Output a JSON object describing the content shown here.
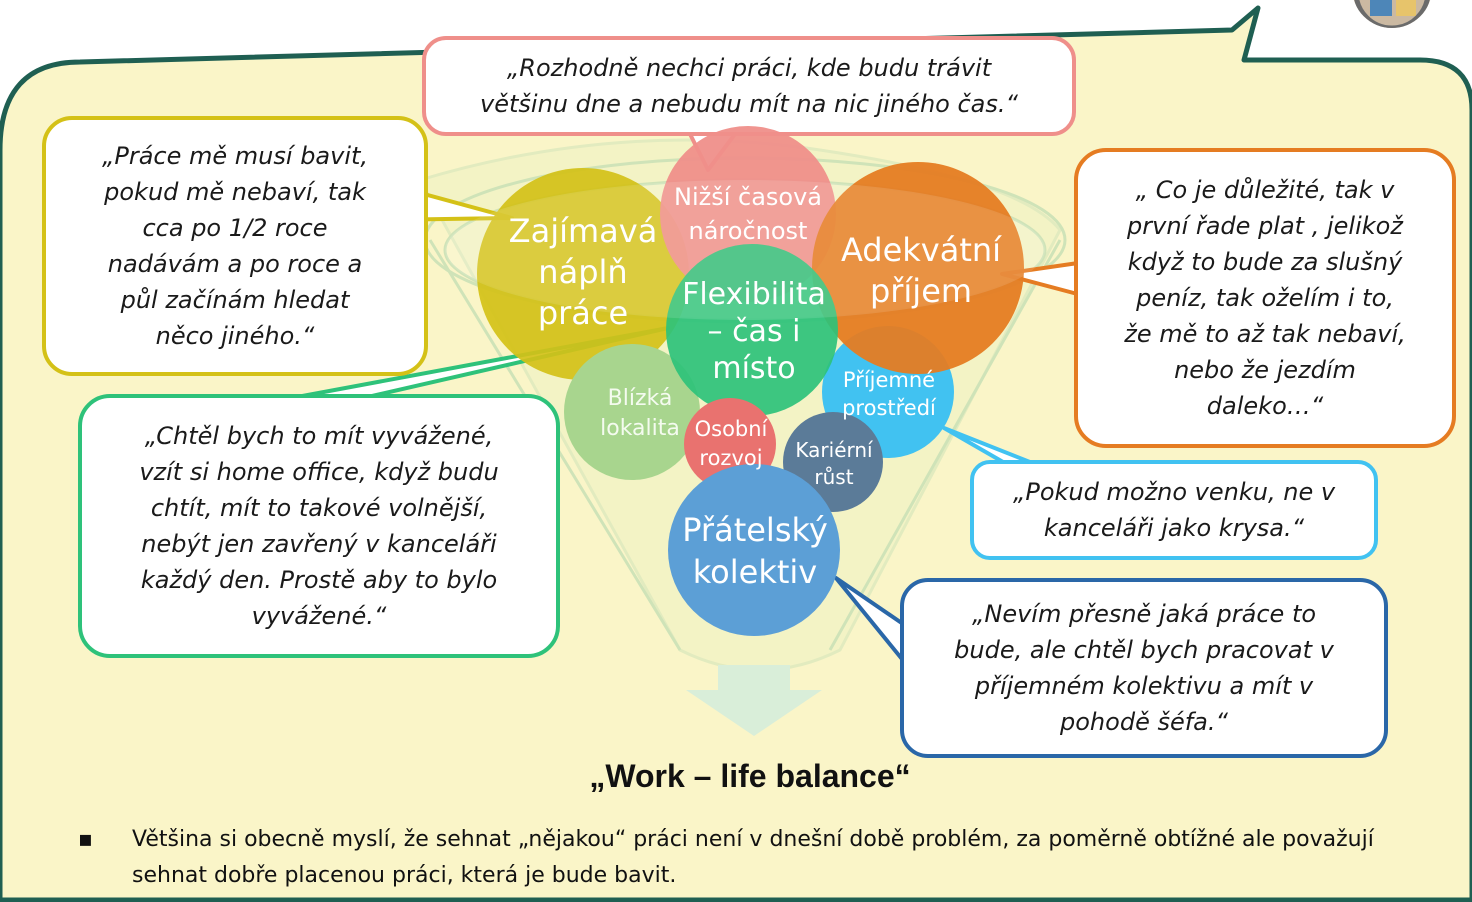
{
  "quotes": {
    "top": "„Rozhodně nechci práci, kde budu trávit\nvětšinu dne a nebudu mít na nic jiného čas.“",
    "left_top": "„Práce mě musí bavit,\npokud mě nebaví, tak\ncca po 1/2 roce\nnadávám a po roce a\npůl začínám hledat\nněco jiného.“",
    "right_top": "„ Co je důležité, tak v\nprvní řade plat , jelikož\nkdyž to bude za slušný\npeníz, tak oželím i to,\nže mě to až tak nebaví,\nnebo že jezdím\ndaleko…“",
    "left_bottom": "„Chtěl bych to mít vyvážené,\nvzít si home office, když budu\nchtít, mít to takové volnější,\nnebýt jen zavřený v kanceláři\nkaždý den. Prostě aby to bylo\nvyvážené.“",
    "right_middle": "„Pokud možno venku, ne v\nkanceláři jako krysa.“",
    "right_bottom": "„Nevím přesně jaká práce to\nbude, ale chtěl bych pracovat v\npříjemném kolektivu a mít v\npohodě šéfa.“"
  },
  "factors": {
    "nizsi": "Nižší časová\nnáročnost",
    "zajimava": "Zajímavá\nnáplň\npráce",
    "adekvatni": "Adekvátní\npříjem",
    "flexibilita": "Flexibilita\n– čas i\nmísto",
    "blizka": "Blízká\nlokalita",
    "prijemne": "Příjemné\nprostředí",
    "osobni": "Osobní\nrozvoj",
    "karierni": "Kariérní\nrůst",
    "pratelsky": "Přátelský\nkolektiv"
  },
  "title": "„Work – life balance“",
  "summary": {
    "bullet": "▪",
    "text": "Většina si obecně myslí, že sehnat „nějakou“ práci není v dnešní době problém, za poměrně obtížné ale považují sehnat dobře placenou práci, která je bude bavit."
  },
  "colors": {
    "panel_fill": "#faf5c8",
    "panel_border": "#1f5f52",
    "pink": "#ef8f8a",
    "yellow": "#d4c117",
    "orange": "#e57c22",
    "green": "#2ec27a",
    "light_green": "#a8d58e",
    "sky": "#41c2f1",
    "red": "#e9726f",
    "slate": "#5b7b98",
    "blue": "#5c9fd6",
    "funnel_arrow": "#d9eed9"
  }
}
